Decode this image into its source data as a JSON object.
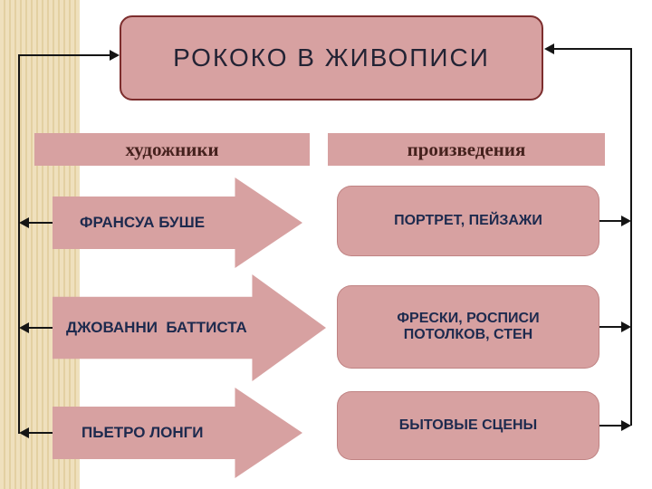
{
  "slide": {
    "title": "РОКОКО В ЖИВОПИСИ",
    "columns": {
      "artists_header": "художники",
      "works_header": "произведения"
    },
    "rows": [
      {
        "artist": "ФРАНСУА БУШЕ",
        "works": "ПОРТРЕТ, ПЕЙЗАЖИ"
      },
      {
        "artist": "ДЖОВАННИ  БАТТИСТА",
        "works": "ФРЕСКИ, РОСПИСИ ПОТОЛКОВ, СТЕН"
      },
      {
        "artist": "ПЬЕТРО ЛОНГИ",
        "works": "БЫТОВЫЕ СЦЕНЫ"
      }
    ],
    "colors": {
      "shape_fill": "#d7a1a1",
      "title_border": "#7c2d2d",
      "title_text": "#232334",
      "header_text": "#45211d",
      "content_text": "#1d2a4e",
      "connector": "#151515",
      "band_light": "#efe0bd",
      "band_dark": "#e3d0a2"
    }
  }
}
